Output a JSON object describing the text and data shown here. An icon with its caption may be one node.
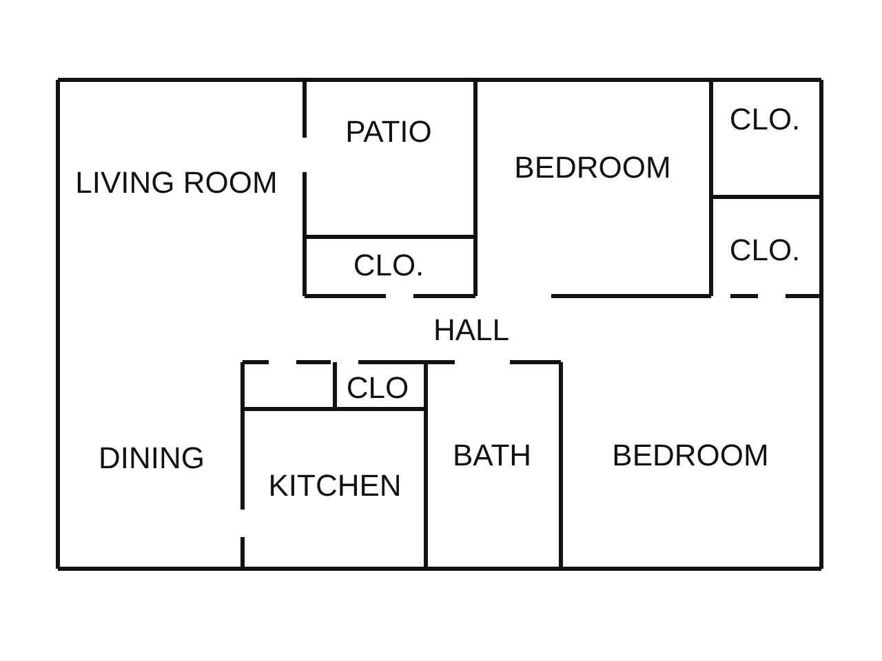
{
  "diagram": {
    "nodes": [
      {
        "text": [
          "LIVING ROOM"
        ]
      },
      {
        "text": [
          "PATIO"
        ]
      },
      {
        "text": [
          "CLO."
        ]
      },
      {
        "text": [
          "BEDROOM"
        ]
      },
      {
        "text": [
          "CLO."
        ]
      },
      {
        "text": [
          "CLO."
        ]
      },
      {
        "text": [
          "HALL"
        ]
      },
      {
        "text": [
          "CLO"
        ]
      },
      {
        "text": [
          "DINING"
        ]
      },
      {
        "text": [
          "KITCHEN"
        ]
      },
      {
        "text": [
          "BATH"
        ]
      },
      {
        "text": [
          "BEDROOM"
        ]
      }
    ],
    "edges": []
  }
}
